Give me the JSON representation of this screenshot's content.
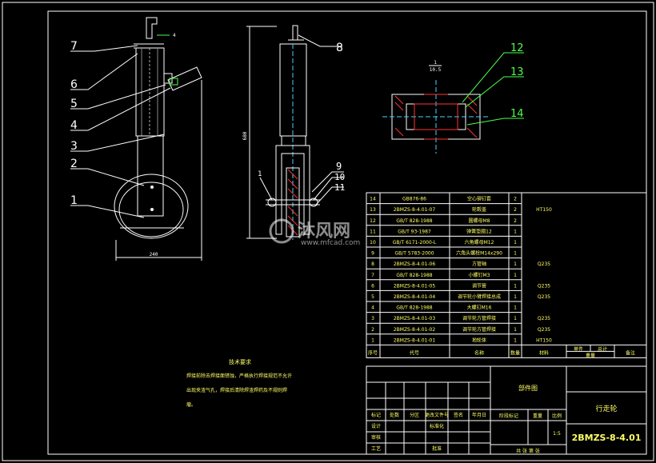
{
  "drawing_number": "2BMZS-8-4.01",
  "assembly_name": "行走轮",
  "material_box": "部件图",
  "scale": "1:5",
  "overall_dim_width": "240",
  "overall_dim_height": "680",
  "top_dim_small": "4",
  "detail_scale_num": "1",
  "detail_scale_den": "10.5",
  "tech_req": {
    "title": "技术要求",
    "lines": [
      "焊接前除去焊接面锈蚀，严格执行焊接规范不允许",
      "出现夹渣气孔，焊接后清除焊渣焊药及不规则焊",
      "瘤。"
    ]
  },
  "balloons_left": [
    "7",
    "6",
    "5",
    "4",
    "3",
    "2",
    "1"
  ],
  "balloons_side": [
    "8",
    "9",
    "10",
    "11"
  ],
  "side_small_label": "1",
  "balloons_detail": [
    "12",
    "13",
    "14"
  ],
  "bom": {
    "rows": [
      {
        "no": "14",
        "code": "GB876-86",
        "name": "空心铆钉套",
        "qty": "2",
        "mat": ""
      },
      {
        "no": "13",
        "code": "2BMZS-8-4.01-07",
        "name": "轮毂盖",
        "qty": "2",
        "mat": "HT150"
      },
      {
        "no": "12",
        "code": "GB/T 828-1988",
        "name": "圆螺母M8",
        "qty": "2",
        "mat": ""
      },
      {
        "no": "11",
        "code": "GB/T 93-1987",
        "name": "弹簧垫圈12",
        "qty": "1",
        "mat": ""
      },
      {
        "no": "10",
        "code": "GB/T 6171-2000-L",
        "name": "六角螺母M12",
        "qty": "1",
        "mat": ""
      },
      {
        "no": "9",
        "code": "GB/T 5783-2000",
        "name": "六角头螺栓M14x290",
        "qty": "1",
        "mat": ""
      },
      {
        "no": "8",
        "code": "2BMZS-8-4.01-06",
        "name": "方管轴",
        "qty": "1",
        "mat": "Q235"
      },
      {
        "no": "7",
        "code": "GB/T 828-1988",
        "name": "小螺钉M3",
        "qty": "1",
        "mat": ""
      },
      {
        "no": "6",
        "code": "2BMZS-8-4.01-05",
        "name": "调节管",
        "qty": "1",
        "mat": "Q235"
      },
      {
        "no": "5",
        "code": "2BMZS-8-4.01-04",
        "name": "调节轮小臂焊接总成",
        "qty": "1",
        "mat": "Q235"
      },
      {
        "no": "4",
        "code": "GB/T 828-1988",
        "name": "大螺钉M16",
        "qty": "1",
        "mat": ""
      },
      {
        "no": "3",
        "code": "2BMZS-8-4.01-03",
        "name": "调节轮方管焊接",
        "qty": "1",
        "mat": "Q235"
      },
      {
        "no": "2",
        "code": "2BMZS-8-4.01-02",
        "name": "调节轮方管焊接",
        "qty": "1",
        "mat": "Q235"
      },
      {
        "no": "1",
        "code": "2BMZS-8-4.01-01",
        "name": "地轮体",
        "qty": "1",
        "mat": "HT150"
      }
    ],
    "header": {
      "no": "序号",
      "code": "代号",
      "name": "名称",
      "qty": "数量",
      "mat": "材料",
      "unit_w": "单件",
      "total_w": "总计",
      "weight": "重量",
      "remark": "备注"
    }
  },
  "title_block": {
    "row_labels": [
      "标记",
      "处数",
      "分区",
      "更改文件号",
      "签名",
      "年月日"
    ],
    "row2_labels": [
      "设计",
      "标准化"
    ],
    "row3_labels": [
      "审核"
    ],
    "row4_labels": [
      "工艺",
      "批准"
    ],
    "stage_labels": [
      "阶段标记",
      "重量",
      "比例"
    ],
    "sheet_label": "共 张 第 张"
  },
  "watermark": {
    "brand_cn": "沐风网",
    "brand_url": "www.mfcad.com"
  },
  "colors": {
    "background": "#000000",
    "lines": "#ffffff",
    "text_bom": "#ffff66",
    "leader_green": "#4cff4c",
    "hatch_red": "#ff3333",
    "center_cyan": "#4ccfff"
  }
}
